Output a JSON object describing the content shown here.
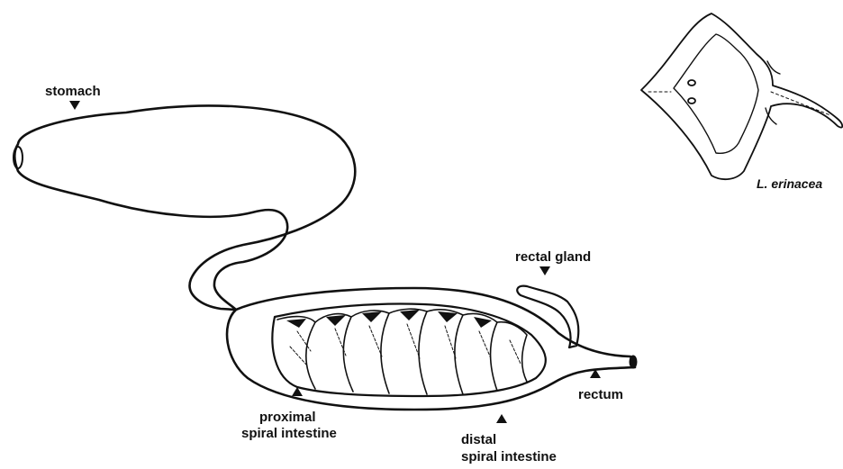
{
  "labels": {
    "stomach": "stomach",
    "rectal_gland": "rectal gland",
    "rectum": "rectum",
    "proximal_line1": "proximal",
    "proximal_line2": "spiral intestine",
    "distal_line1": "distal",
    "distal_line2": "spiral intestine",
    "species": "L. erinacea"
  },
  "icons": {
    "label_pointer": "triangle-pointer-icon",
    "skate": "skate-outline-icon"
  },
  "colors": {
    "ink": "#111111",
    "background": "#ffffff"
  }
}
